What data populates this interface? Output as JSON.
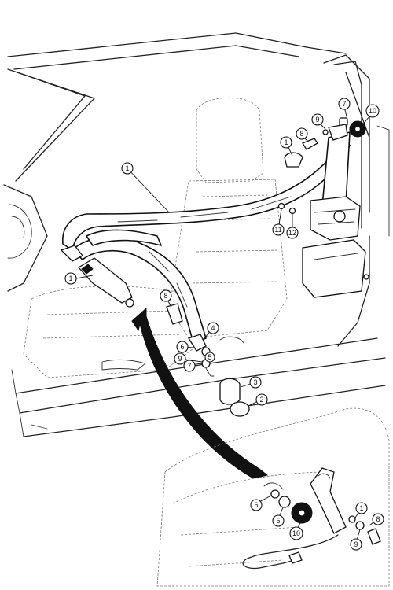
{
  "callouts": [
    {
      "label": "1"
    },
    {
      "label": "1"
    },
    {
      "label": "1"
    },
    {
      "label": "7"
    },
    {
      "label": "10"
    },
    {
      "label": "9"
    },
    {
      "label": "8"
    },
    {
      "label": "11"
    },
    {
      "label": "12"
    },
    {
      "label": "8"
    },
    {
      "label": "4"
    },
    {
      "label": "6"
    },
    {
      "label": "9"
    },
    {
      "label": "7"
    },
    {
      "label": "5"
    },
    {
      "label": "3"
    },
    {
      "label": "2"
    },
    {
      "label": "6"
    },
    {
      "label": "5"
    },
    {
      "label": "10"
    },
    {
      "label": "1"
    },
    {
      "label": "8"
    },
    {
      "label": "9"
    }
  ]
}
